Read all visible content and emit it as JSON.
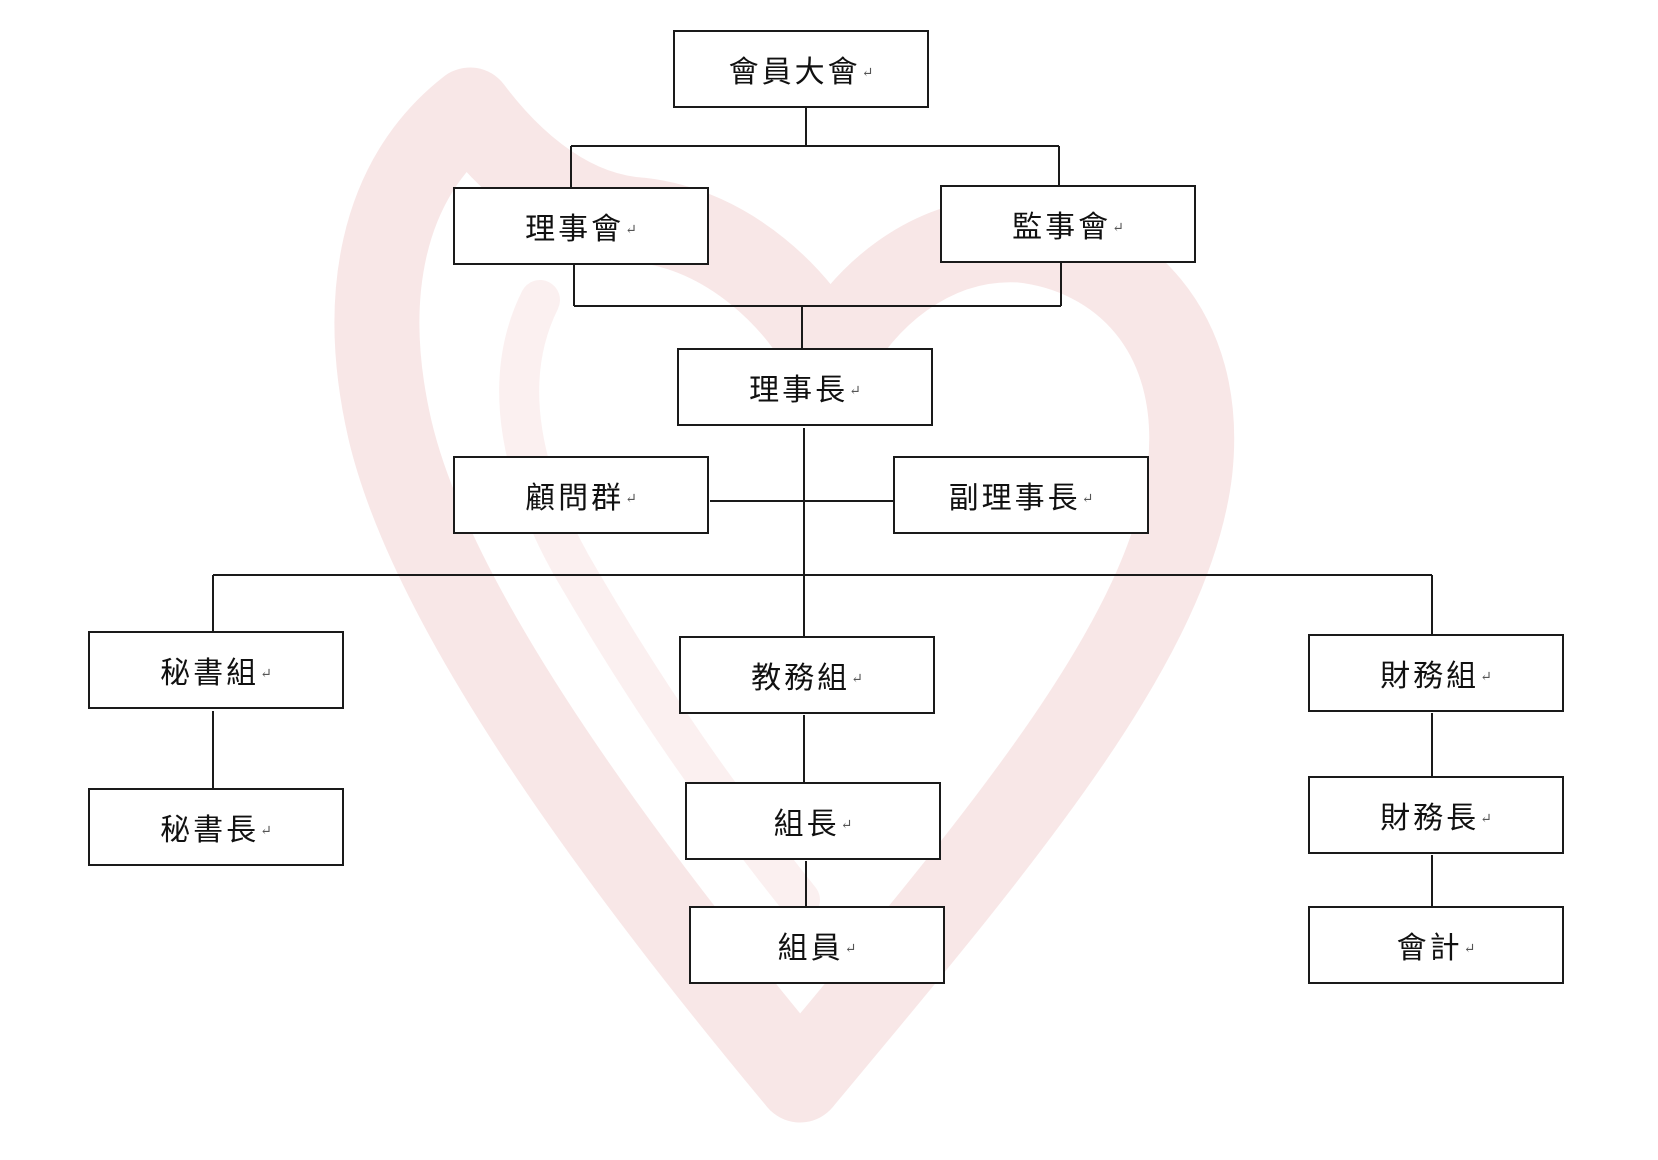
{
  "chart": {
    "nodes": {
      "general_assembly": "會員大會",
      "board_of_directors": "理事會",
      "board_of_supervisors": "監事會",
      "chairman": "理事長",
      "advisors": "顧問群",
      "vice_chairman": "副理事長",
      "secretariat": "秘書組",
      "secretary_general": "秘書長",
      "academic_affairs": "教務組",
      "section_chief": "組長",
      "section_member": "組員",
      "finance": "財務組",
      "finance_director": "財務長",
      "accountant": "會計"
    },
    "paragraph_mark": "↵"
  },
  "colors": {
    "box_border": "#1a1a1a",
    "line": "#1a1a1a",
    "watermark": "#f7dede"
  },
  "icons": {
    "watermark": "heart-brush-watermark-icon"
  }
}
